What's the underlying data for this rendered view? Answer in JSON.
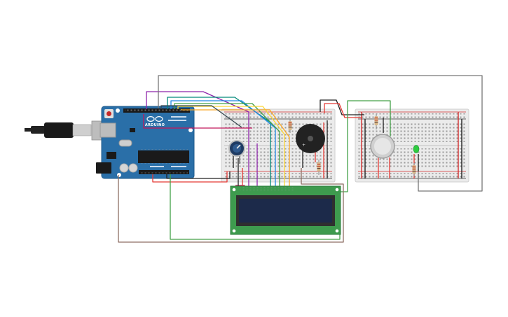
{
  "board": {
    "brand": "ARDUINO"
  },
  "colors": {
    "canvas_bg": "#ffffff",
    "arduino_pcb": "#2a6fa8",
    "breadboard": "#ebebeb",
    "rail_red": "#d32f2f",
    "rail_dark": "#333333",
    "lcd_pcb": "#3e9b4e",
    "lcd_screen": "#1c2a4a",
    "buzzer": "#222222",
    "gas_sensor": "#d0d0d0",
    "led": "#2ecc40",
    "wire_purple": "#8e24aa",
    "wire_teal": "#00897b",
    "wire_blue": "#1e88e5",
    "wire_yellow": "#fdd835",
    "wire_orange": "#f9a825",
    "wire_green": "#43a047",
    "wire_red": "#e53935",
    "wire_black": "#212121",
    "wire_brown": "#8d6e63",
    "wire_gray": "#777777",
    "wire_magenta": "#c2185b"
  },
  "components": [
    {
      "name": "usb-cable"
    },
    {
      "name": "arduino-uno"
    },
    {
      "name": "breadboard-left"
    },
    {
      "name": "breadboard-right"
    },
    {
      "name": "lcd-16x2"
    },
    {
      "name": "potentiometer"
    },
    {
      "name": "piezo-buzzer"
    },
    {
      "name": "gas-sensor"
    },
    {
      "name": "green-led"
    },
    {
      "name": "resistor"
    }
  ]
}
